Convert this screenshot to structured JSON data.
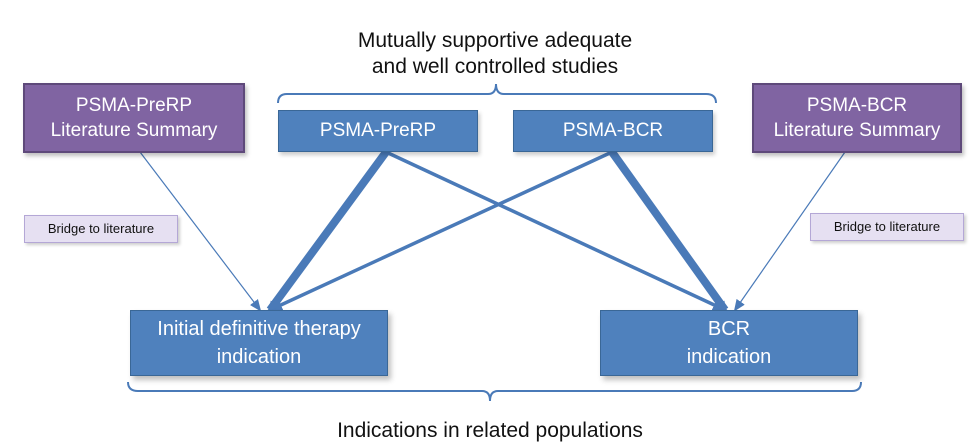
{
  "header": {
    "title": "Mutually supportive adequate\nand well controlled studies"
  },
  "studies": {
    "prerp": "PSMA-PreRP",
    "bcr": "PSMA-BCR"
  },
  "literature": {
    "prerp": "PSMA-PreRP\nLiterature Summary",
    "bcr": "PSMA-BCR\nLiterature Summary"
  },
  "bridges": {
    "left": "Bridge to literature",
    "right": "Bridge to literature"
  },
  "indications": {
    "initial": "Initial definitive therapy\nindication",
    "bcr": "BCR\nindication"
  },
  "footer": {
    "title": "Indications in related populations"
  },
  "colors": {
    "study_blue": "#4f81bd",
    "arrow_blue": "#4a7ab8",
    "literature_purple": "#8064a2",
    "bridge_lavender": "#e6e0f2"
  }
}
